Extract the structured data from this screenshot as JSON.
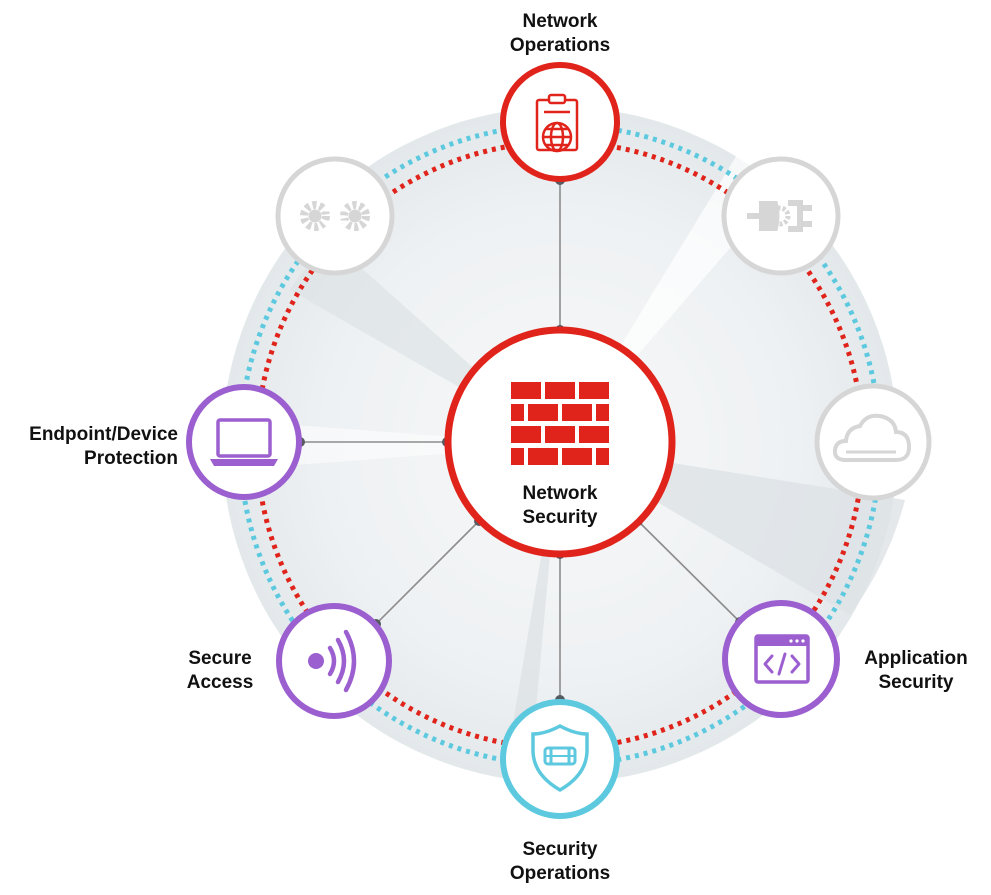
{
  "center": {
    "label": "Network\nSecurity",
    "icon": "brick-firewall-icon"
  },
  "nodes": [
    {
      "id": "network-operations",
      "label": "Network\nOperations",
      "icon": "clipboard-globe-icon",
      "status": "active"
    },
    {
      "id": "top-left-inactive",
      "label": "",
      "icon": "gears-icon",
      "status": "inactive"
    },
    {
      "id": "top-right-inactive",
      "label": "",
      "icon": "plug-gear-icon",
      "status": "inactive"
    },
    {
      "id": "right-inactive",
      "label": "",
      "icon": "cloud-icon",
      "status": "inactive"
    },
    {
      "id": "endpoint-device-protection",
      "label": "Endpoint/Device\nProtection",
      "icon": "laptop-icon",
      "status": "active"
    },
    {
      "id": "secure-access",
      "label": "Secure\nAccess",
      "icon": "wireless-signal-icon",
      "status": "active"
    },
    {
      "id": "security-operations",
      "label": "Security\nOperations",
      "icon": "shield-chip-icon",
      "status": "active"
    },
    {
      "id": "application-security",
      "label": "Application\nSecurity",
      "icon": "code-window-icon",
      "status": "active"
    }
  ],
  "colors": {
    "red": "#e0241b",
    "purple": "#9b5fd0",
    "cyan": "#5dc9df",
    "inactive_gray": "#d6d6d6",
    "connector_gray": "#8c8c8c",
    "ring_band": "#e9edf0"
  }
}
